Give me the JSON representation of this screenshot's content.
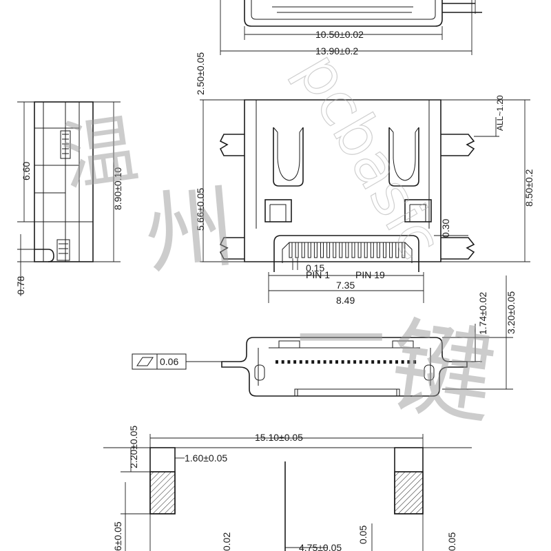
{
  "drawing": {
    "top_view": {
      "dim_inner": "10.50±0.02",
      "dim_outer": "13.90±0.2"
    },
    "front_view": {
      "dim_top": "2.50±0.05",
      "dim_body": "5.66±0.05",
      "dim_all": "ALL~1.20",
      "dim_height": "8.50±0.2",
      "dim_gap": "0.30",
      "dim_pin_pitch": "0.15",
      "pin_first": "PIN 1",
      "pin_last": "PIN 19",
      "dim_pin_span": "7.35",
      "dim_width": "8.49"
    },
    "side_view": {
      "dim_660": "6.60",
      "dim_890": "8.90±0.10",
      "dim_078": "0.78"
    },
    "bottom_view": {
      "dim_174": "1.74±0.02",
      "dim_320": "3.20±0.05",
      "flatness_value": "0.06"
    },
    "footprint": {
      "dim_220": "2.20±0.05",
      "dim_160": "1.60±0.05",
      "dim_1510": "15.10±0.05",
      "dim_475": "4.75±0.05",
      "dim_left_partial": "6±0.05",
      "dim_mid1_partial": "0.02",
      "dim_mid2_partial": "0.05",
      "dim_right_partial": "0.05"
    }
  },
  "watermark": {
    "chinese": "温州一键",
    "latin": "pcbasic"
  },
  "colors": {
    "line": "#1a1a1a",
    "watermark": "#9a9a9a",
    "background": "#ffffff"
  }
}
